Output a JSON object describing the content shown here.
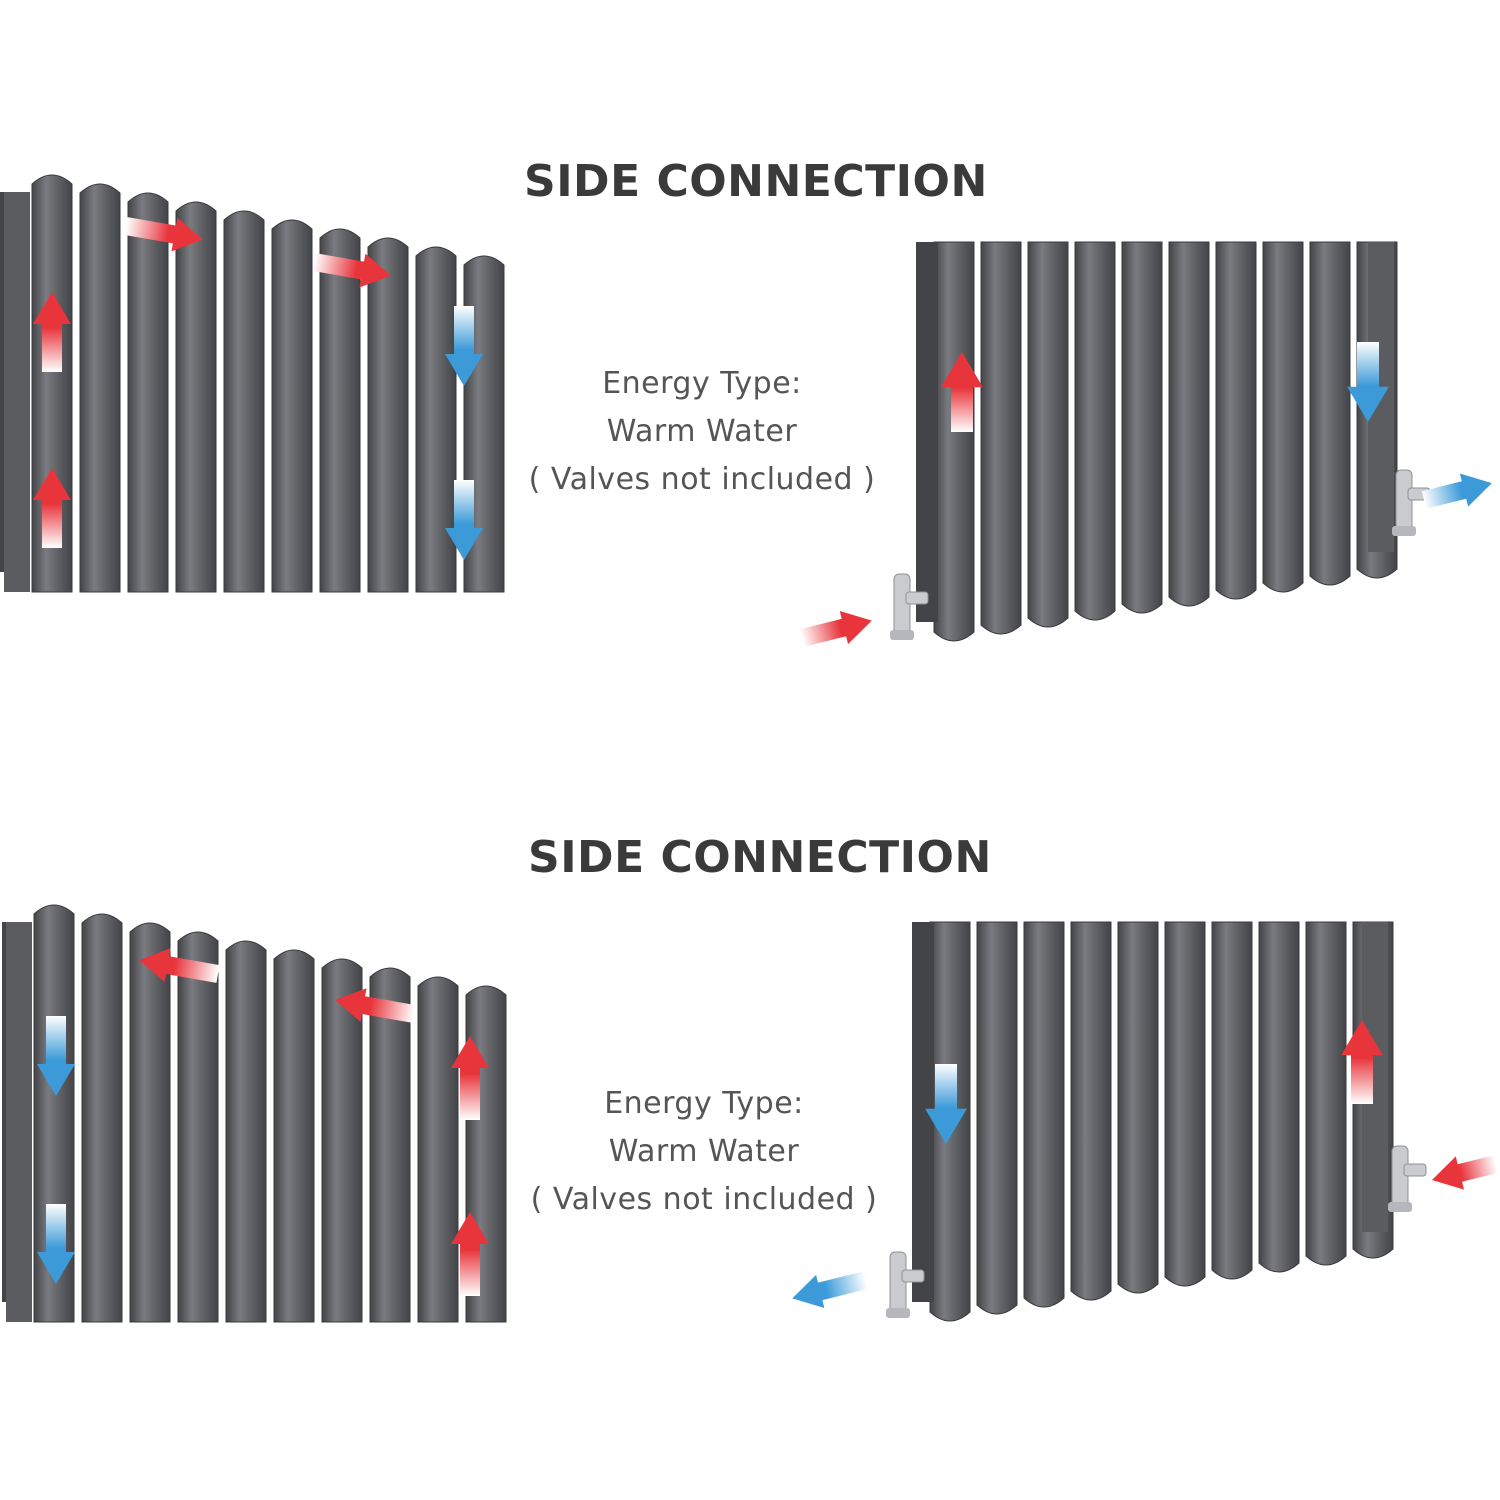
{
  "colors": {
    "background": "#ffffff",
    "radiator": "#5b5c60",
    "radiator_dark": "#434447",
    "radiator_light": "#7a7b80",
    "hot": "#e8353c",
    "cold": "#3c9ad8",
    "valve": "#c9cbcf",
    "text_heading": "#3a3a3a",
    "text_info": "#555555"
  },
  "panels": [
    {
      "heading": "SIDE CONNECTION",
      "energy_label": "Energy Type:",
      "energy_value": "Warm Water",
      "note": "( Valves not included )",
      "flow": "inlet-bottom-left-outlet-right",
      "arrows": [
        "hot-up-arrow",
        "hot-right-arrow",
        "cold-down-arrow",
        "hot-inlet-arrow",
        "cold-outlet-arrow"
      ]
    },
    {
      "heading": "SIDE CONNECTION",
      "energy_label": "Energy Type:",
      "energy_value": "Warm Water",
      "note": "( Valves not included )",
      "flow": "inlet-right-outlet-bottom-left",
      "arrows": [
        "cold-down-arrow",
        "hot-left-arrow",
        "hot-up-arrow",
        "hot-inlet-arrow",
        "cold-outlet-arrow"
      ]
    }
  ]
}
